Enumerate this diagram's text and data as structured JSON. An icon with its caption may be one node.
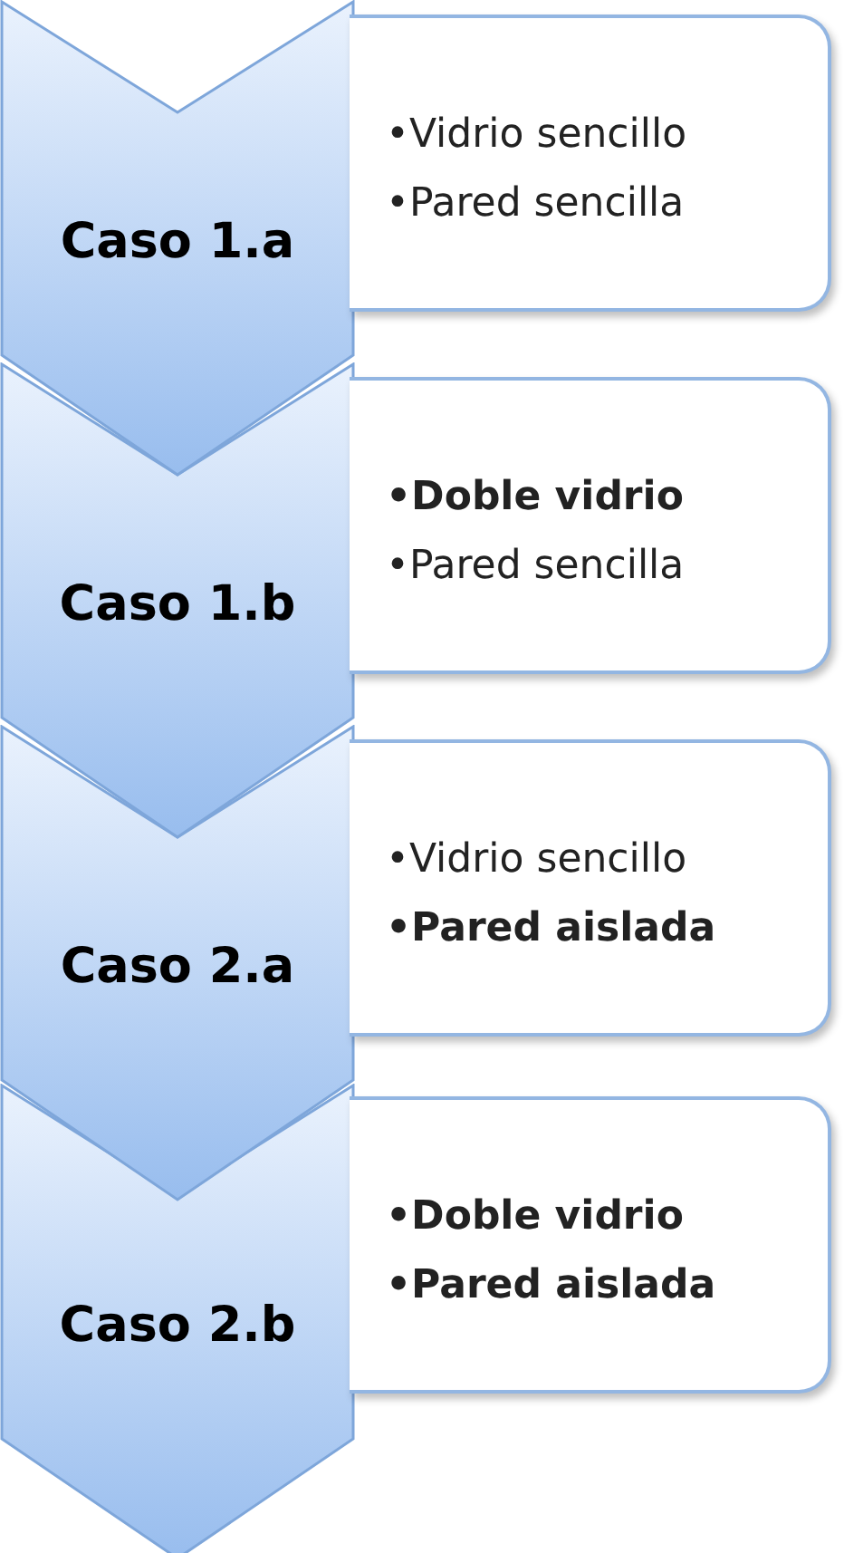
{
  "diagram": {
    "nodes": [
      {
        "text": [
          "Caso 1.a"
        ]
      },
      {
        "text": [
          "•Vidrio sencillo",
          "•Pared sencilla"
        ]
      },
      {
        "text": [
          "Caso 1.b"
        ]
      },
      {
        "text": [
          "**•Doble vidrio**",
          "•Pared sencilla"
        ]
      },
      {
        "text": [
          "Caso 2.a"
        ]
      },
      {
        "text": [
          "•Vidrio sencillo",
          "**•Pared aislada**"
        ]
      },
      {
        "text": [
          "Caso 2.b"
        ]
      },
      {
        "text": [
          "**•Doble vidrio**",
          "**•Pared aislada**"
        ]
      }
    ],
    "edges": []
  }
}
